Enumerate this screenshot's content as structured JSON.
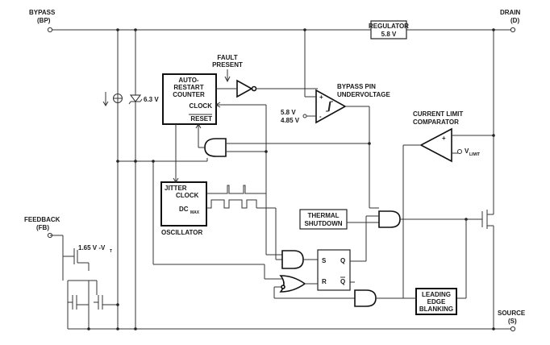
{
  "pins": {
    "bypass": "BYPASS",
    "bypass_abbr": "(BP)",
    "drain": "DRAIN",
    "drain_abbr": "(D)",
    "feedback": "FEEDBACK",
    "feedback_abbr": "(FB)",
    "source": "SOURCE",
    "source_abbr": "(S)"
  },
  "regulator": {
    "title": "REGULATOR",
    "value": "5.8 V"
  },
  "zener": {
    "label": "6.3 V"
  },
  "counter": {
    "line1": "AUTO-",
    "line2": "RESTART",
    "line3": "COUNTER",
    "clock": "CLOCK",
    "reset": "RESET"
  },
  "fault": {
    "line1": "FAULT",
    "line2": "PRESENT"
  },
  "uvlo": {
    "line1": "BYPASS PIN",
    "line2": "UNDERVOLTAGE",
    "v_high": "5.8 V",
    "v_low": "4.85 V",
    "plus": "+",
    "minus": "-"
  },
  "current_limit": {
    "line1": "CURRENT LIMIT",
    "line2": "COMPARATOR",
    "ref_prefix": "V",
    "ref_sub": "LIMIT",
    "plus": "+",
    "minus": "-"
  },
  "oscillator": {
    "line1": "JITTER",
    "line2": "CLOCK",
    "dc": "DC",
    "dc_sub": "MAX",
    "name": "OSCILLATOR"
  },
  "thermal": {
    "line1": "THERMAL",
    "line2": "SHUTDOWN"
  },
  "latch": {
    "s": "S",
    "r": "R",
    "q": "Q",
    "qbar": "Q"
  },
  "leb": {
    "line1": "LEADING",
    "line2": "EDGE",
    "line3": "BLANKING"
  },
  "fb_threshold": {
    "prefix": "1.65 V -V",
    "sub": "T"
  }
}
